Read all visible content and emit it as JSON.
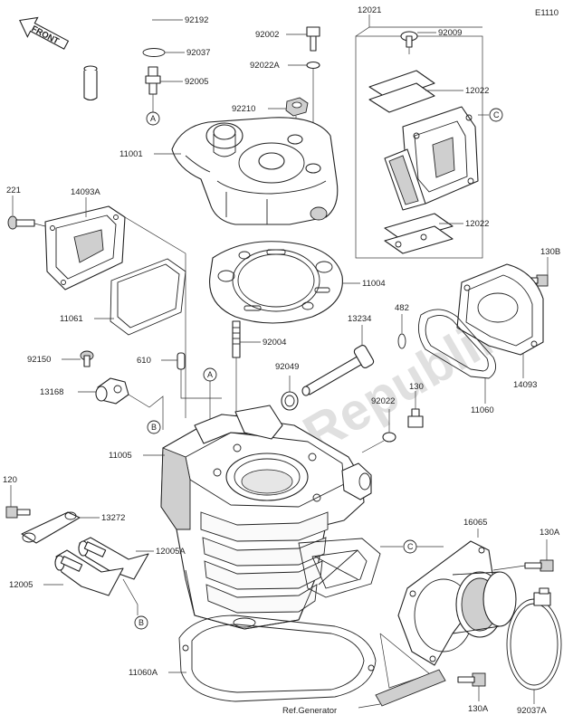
{
  "page_code": "E1110",
  "front_label": "FRONT",
  "watermark": "PartsRepublik",
  "ref_generator": "Ref.Generator",
  "part_numbers": {
    "p92192": "92192",
    "p92037": "92037",
    "p92005": "92005",
    "p92002": "92002",
    "p92022A": "92022A",
    "p92210": "92210",
    "p11001": "11001",
    "p12021": "12021",
    "p92009": "92009",
    "p12022a": "12022",
    "p12022b": "12022",
    "p221": "221",
    "p14093A": "14093A",
    "p11061": "11061",
    "p11004": "11004",
    "p130B": "130B",
    "p13234": "13234",
    "p482": "482",
    "p92004": "92004",
    "p92150": "92150",
    "p610": "610",
    "p13168": "13168",
    "p92049": "92049",
    "p14093": "14093",
    "p11060": "11060",
    "p92022": "92022",
    "p130": "130",
    "p11005": "11005",
    "p120": "120",
    "p13272": "13272",
    "p16065": "16065",
    "p130A_top": "130A",
    "p12005A": "12005A",
    "p12005": "12005",
    "p11060A": "11060A",
    "p92037A": "92037A",
    "p130A_bot": "130A"
  },
  "callouts": {
    "A": "A",
    "B": "B",
    "C": "C"
  }
}
